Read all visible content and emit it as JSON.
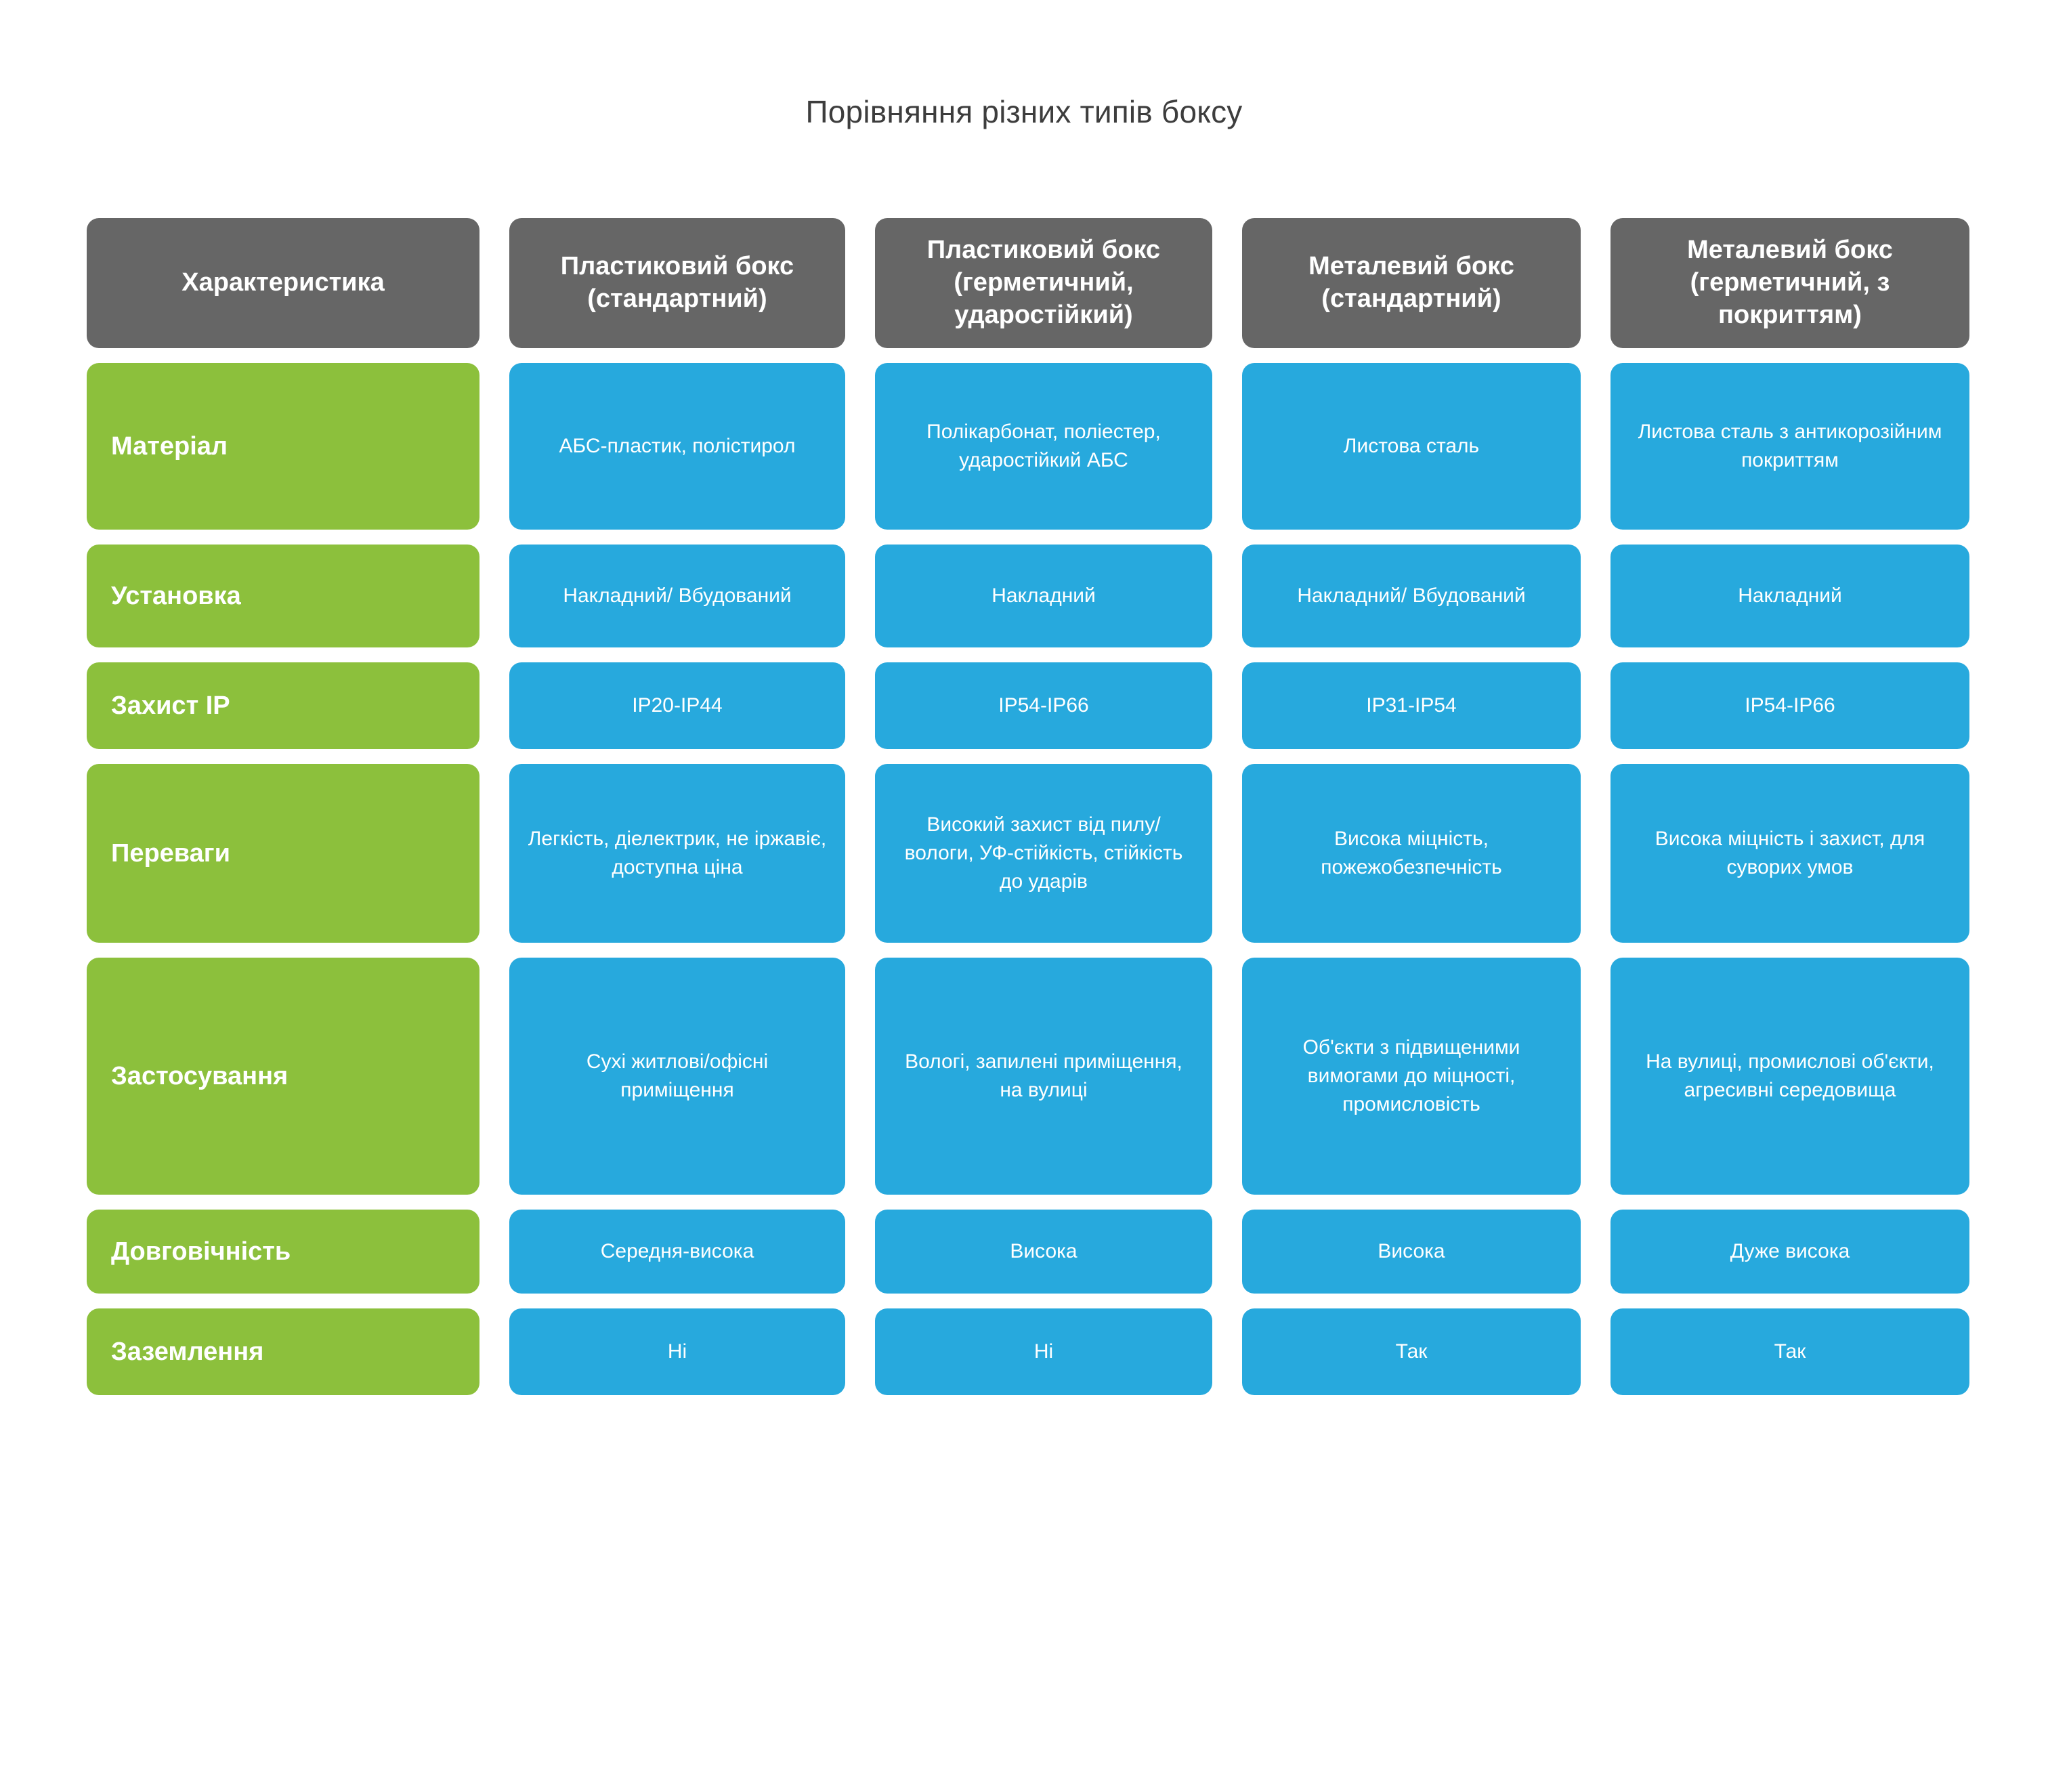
{
  "title": "Порівняння різних типів боксу",
  "colors": {
    "header_bg": "#666666",
    "label_bg": "#8cc03c",
    "value_bg": "#27a9dd",
    "page_bg": "#ffffff",
    "title_color": "#3d3d3d",
    "cell_text": "#ffffff"
  },
  "table": {
    "headers": [
      "Характеристика",
      "Пластиковий бокс (стандартний)",
      "Пластиковий бокс (герметичний, ударостійкий)",
      "Металевий бокс (стандартний)",
      "Металевий бокс (герметичний, з покриттям)"
    ],
    "rows": [
      {
        "label": "Матеріал",
        "values": [
          "АБС-пластик, полістирол",
          "Полікарбонат, поліестер, ударостійкий АБС",
          "Листова сталь",
          "Листова сталь з антикорозійним покриттям"
        ]
      },
      {
        "label": "Установка",
        "values": [
          "Накладний/ Вбудований",
          "Накладний",
          "Накладний/ Вбудований",
          "Накладний"
        ]
      },
      {
        "label": "Захист IP",
        "values": [
          "IP20-IP44",
          "IP54-IP66",
          "IP31-IP54",
          "IP54-IP66"
        ]
      },
      {
        "label": "Переваги",
        "values": [
          "Легкість, діелектрик, не іржавіє, доступна ціна",
          "Високий захист від пилу/вологи, УФ-стійкість, стійкість до ударів",
          "Висока міцність, пожежобезпечність",
          "Висока міцність і захист, для суворих умов"
        ]
      },
      {
        "label": "Застосування",
        "values": [
          "Сухі житлові/офісні приміщення",
          "Вологі, запилені приміщення, на вулиці",
          "Об'єкти з підвищеними вимогами до міцності, промисловість",
          "На вулиці, промислові об'єкти, агресивні середовища"
        ]
      },
      {
        "label": "Довговічність",
        "values": [
          "Середня-висока",
          "Висока",
          "Висока",
          "Дуже висока"
        ]
      },
      {
        "label": "Заземлення",
        "values": [
          "Ні",
          "Ні",
          "Так",
          "Так"
        ]
      }
    ]
  }
}
